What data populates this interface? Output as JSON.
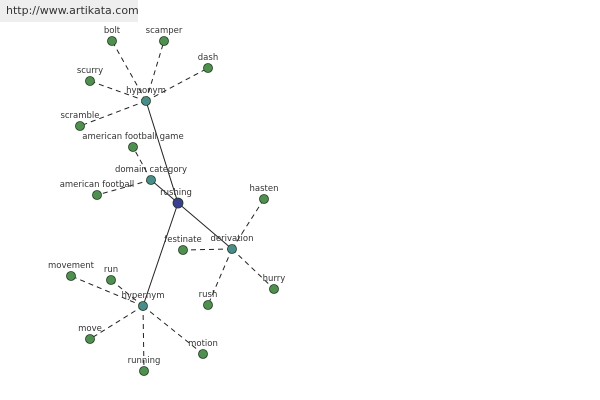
{
  "watermark": {
    "url": "http://www.artikata.com"
  },
  "colors": {
    "center": "#3a3f8f",
    "relation": "#4a8c8c",
    "leaf": "#4f8f4f",
    "edge": "#222222"
  },
  "graph": {
    "center": {
      "id": "rushing",
      "label": "rushing"
    },
    "relations": [
      {
        "id": "hyponym",
        "label": "hyponym",
        "leaves": [
          "bolt",
          "scamper",
          "dash",
          "scurry",
          "scramble"
        ]
      },
      {
        "id": "domain-category",
        "label": "domain category",
        "leaves": [
          "american football game",
          "american football"
        ]
      },
      {
        "id": "derivation",
        "label": "derivation",
        "leaves": [
          "hasten",
          "festinate",
          "hurry",
          "rush"
        ]
      },
      {
        "id": "hypernym",
        "label": "hypernym",
        "leaves": [
          "movement",
          "run",
          "move",
          "running",
          "motion"
        ]
      }
    ]
  }
}
